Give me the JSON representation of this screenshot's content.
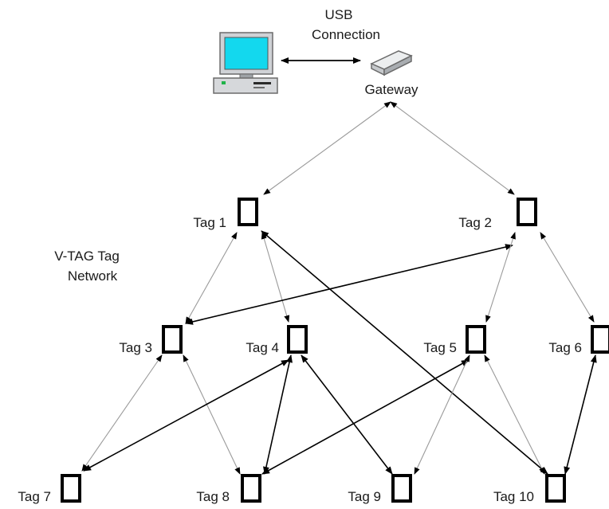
{
  "connection_label_line1": "USB",
  "connection_label_line2": "Connection",
  "gateway_label": "Gateway",
  "network_label_line1": "V-TAG Tag",
  "network_label_line2": "Network",
  "tags": [
    "Tag 1",
    "Tag 2",
    "Tag 3",
    "Tag 4",
    "Tag 5",
    "Tag 6",
    "Tag 7",
    "Tag 8",
    "Tag 9",
    "Tag 10"
  ],
  "colors": {
    "screen": "#13d8ee",
    "tag_outline": "#000000",
    "dark_link": "#000000",
    "light_link": "#9a9a9a"
  }
}
